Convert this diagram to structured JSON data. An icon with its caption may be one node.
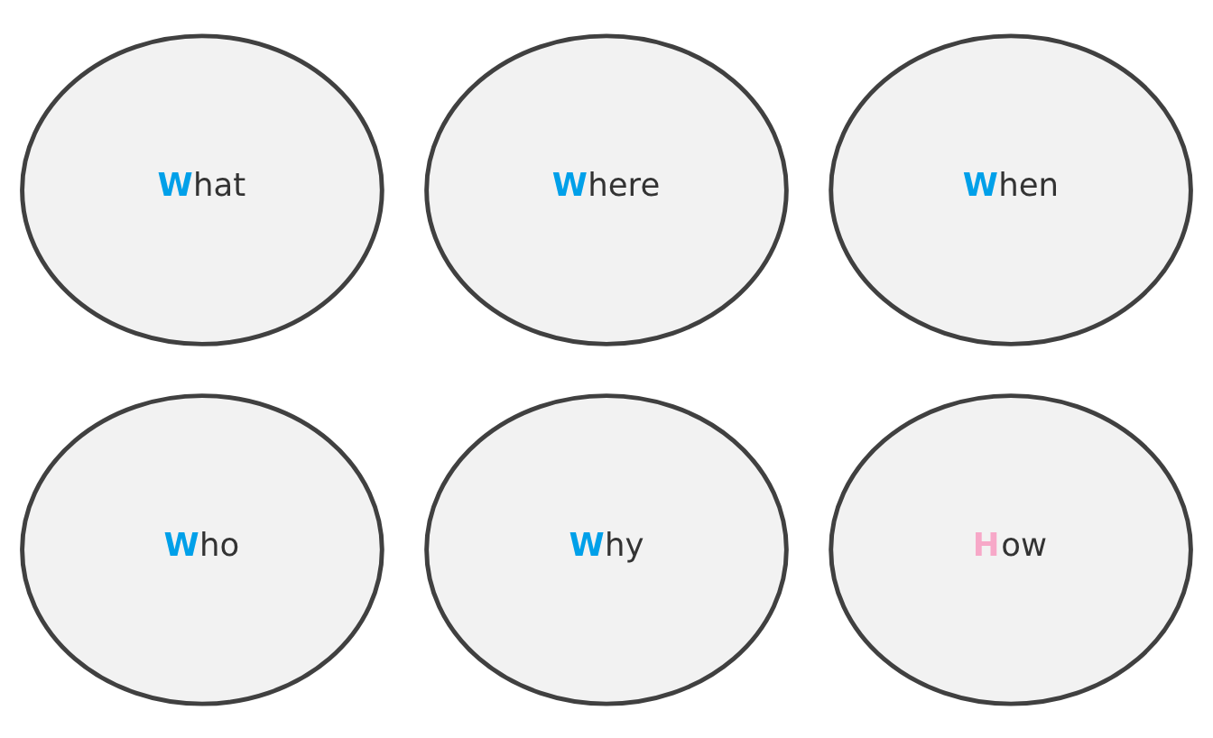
{
  "diagram": {
    "nodes": [
      {
        "text": [
          "What"
        ]
      },
      {
        "text": [
          "Where"
        ]
      },
      {
        "text": [
          "When"
        ]
      },
      {
        "text": [
          "Who"
        ]
      },
      {
        "text": [
          "Why"
        ]
      },
      {
        "text": [
          "How"
        ]
      }
    ]
  }
}
